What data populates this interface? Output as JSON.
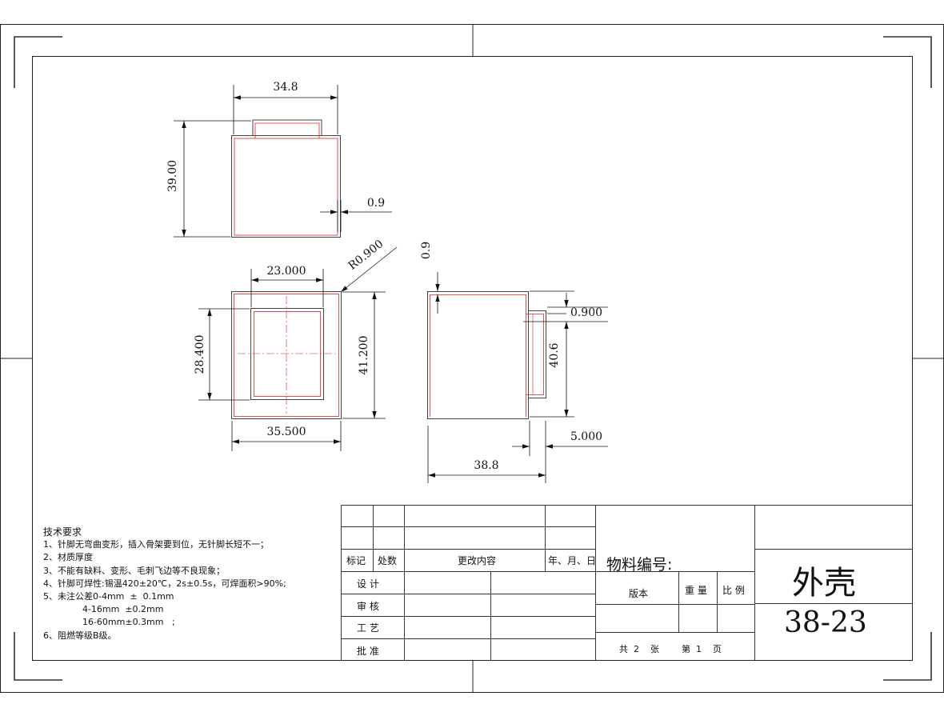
{
  "dimensions": {
    "top_width": "34.8",
    "top_height": "39.00",
    "top_wall": "0.9",
    "front_inner_width": "23.000",
    "front_radius": "R0.900",
    "front_inner_height": "28.400",
    "front_outer_height": "41.200",
    "front_outer_width": "35.500",
    "side_wall_top": "0.9",
    "side_tab_thickness": "0.900",
    "side_height": "40.6",
    "side_tab_depth": "5.000",
    "side_width": "38.8"
  },
  "technical_requirements": {
    "title": "技术要求",
    "lines": [
      "1、针脚无弯曲变形，插入骨架要到位，无针脚长短不一；",
      "2、材质厚度",
      "3、不能有缺料、变形、毛刺飞边等不良现象；",
      "4、针脚可焊性:锡温420±20℃，2s±0.5s，可焊面积>90%;",
      "5、未注公差0-4mm  ±  0.1mm",
      "              4-16mm  ±0.2mm",
      "              16-60mm±0.3mm   ;",
      "6、阻燃等级B级。"
    ]
  },
  "title_block": {
    "rev_headers": {
      "mark": "标记",
      "count": "处数",
      "content": "更改内容",
      "date": "年、月、日"
    },
    "roles": {
      "design": "设   计",
      "review": "审   核",
      "process": "工   艺",
      "approve": "批   准"
    },
    "material_no_label": "物料编号:",
    "version_label": "版本",
    "weight_label": "重  量",
    "scale_label": "比  例",
    "sheet_info": "共  2    张        第  1    页",
    "part_name": "外壳",
    "drawing_no": "38-23"
  }
}
